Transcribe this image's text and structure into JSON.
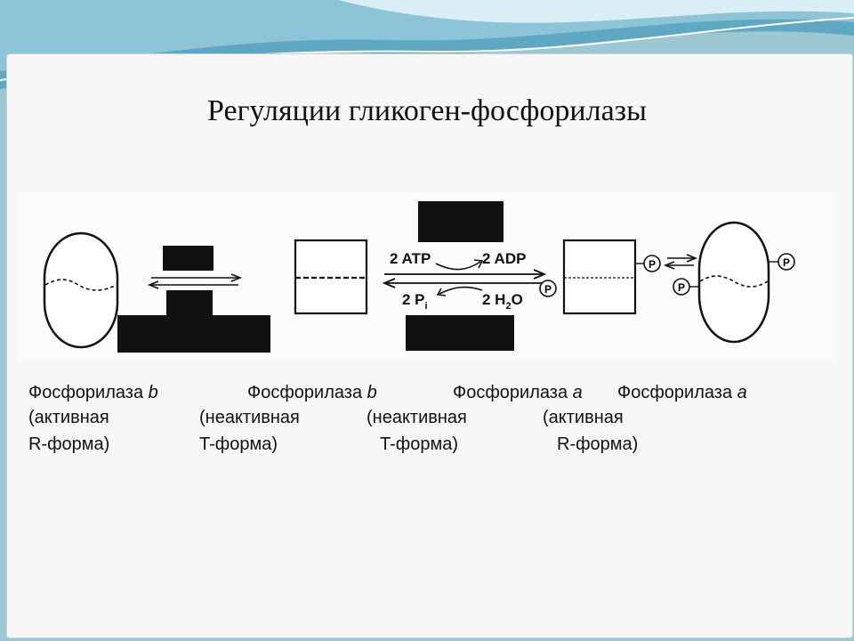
{
  "title": "Регуляции гликоген-фосфорилазы",
  "diagram": {
    "reaction_top_left": "2 ATP",
    "reaction_top_right": "2 ADP",
    "reaction_bottom_left": "2 P",
    "reaction_bottom_left_sub": "i",
    "reaction_bottom_right": "2 H",
    "reaction_bottom_right_sub": "2",
    "reaction_bottom_right_tail": "O",
    "phosphate_label": "P"
  },
  "labels": [
    {
      "name": "Фосфорилаза ",
      "variant": "b",
      "state": "(активная",
      "form": "R-форма)"
    },
    {
      "name": "Фосфорилаза ",
      "variant": "b",
      "state": "(неактивная",
      "form": "T-форма)"
    },
    {
      "name": "Фосфорилаза ",
      "variant": "a",
      "state": "(неактивная",
      "form": "T-форма)"
    },
    {
      "name": "Фосфорилаза ",
      "variant": "a",
      "state": "(активная",
      "form": "R-форма)"
    }
  ],
  "colors": {
    "background": "#9ec7d4",
    "panel": "#f7f7f7",
    "ink": "#111111"
  }
}
